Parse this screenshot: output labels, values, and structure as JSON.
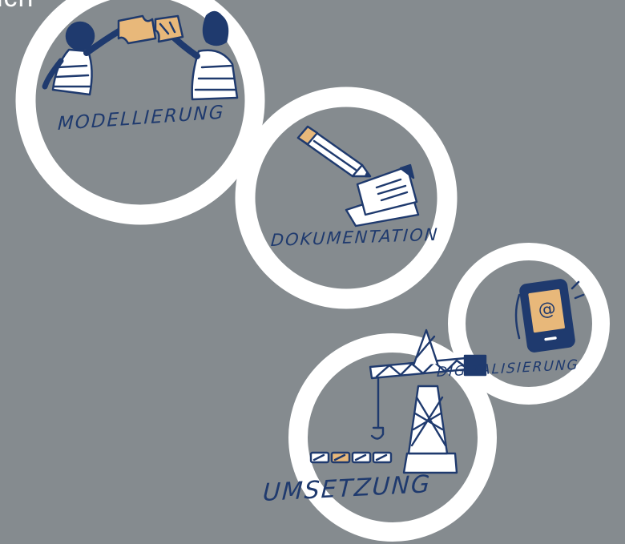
{
  "page": {
    "heading_fragment": "ich",
    "background_color": "#858b8f",
    "ring_color": "#ffffff",
    "ink_color": "#1f3a6e",
    "accent_color": "#e8b87a"
  },
  "stages": [
    {
      "id": "modellierung",
      "label": "MODELLIERUNG",
      "icon": "two-people-puzzle-icon"
    },
    {
      "id": "dokumentation",
      "label": "DOKUMENTATION",
      "icon": "pencil-document-icon"
    },
    {
      "id": "digitalisierung",
      "label": "DIGITALISIERUNG",
      "icon": "smartphone-at-icon",
      "screen_symbol": "@"
    },
    {
      "id": "umsetzung",
      "label": "UMSETZUNG",
      "icon": "construction-crane-icon"
    }
  ]
}
